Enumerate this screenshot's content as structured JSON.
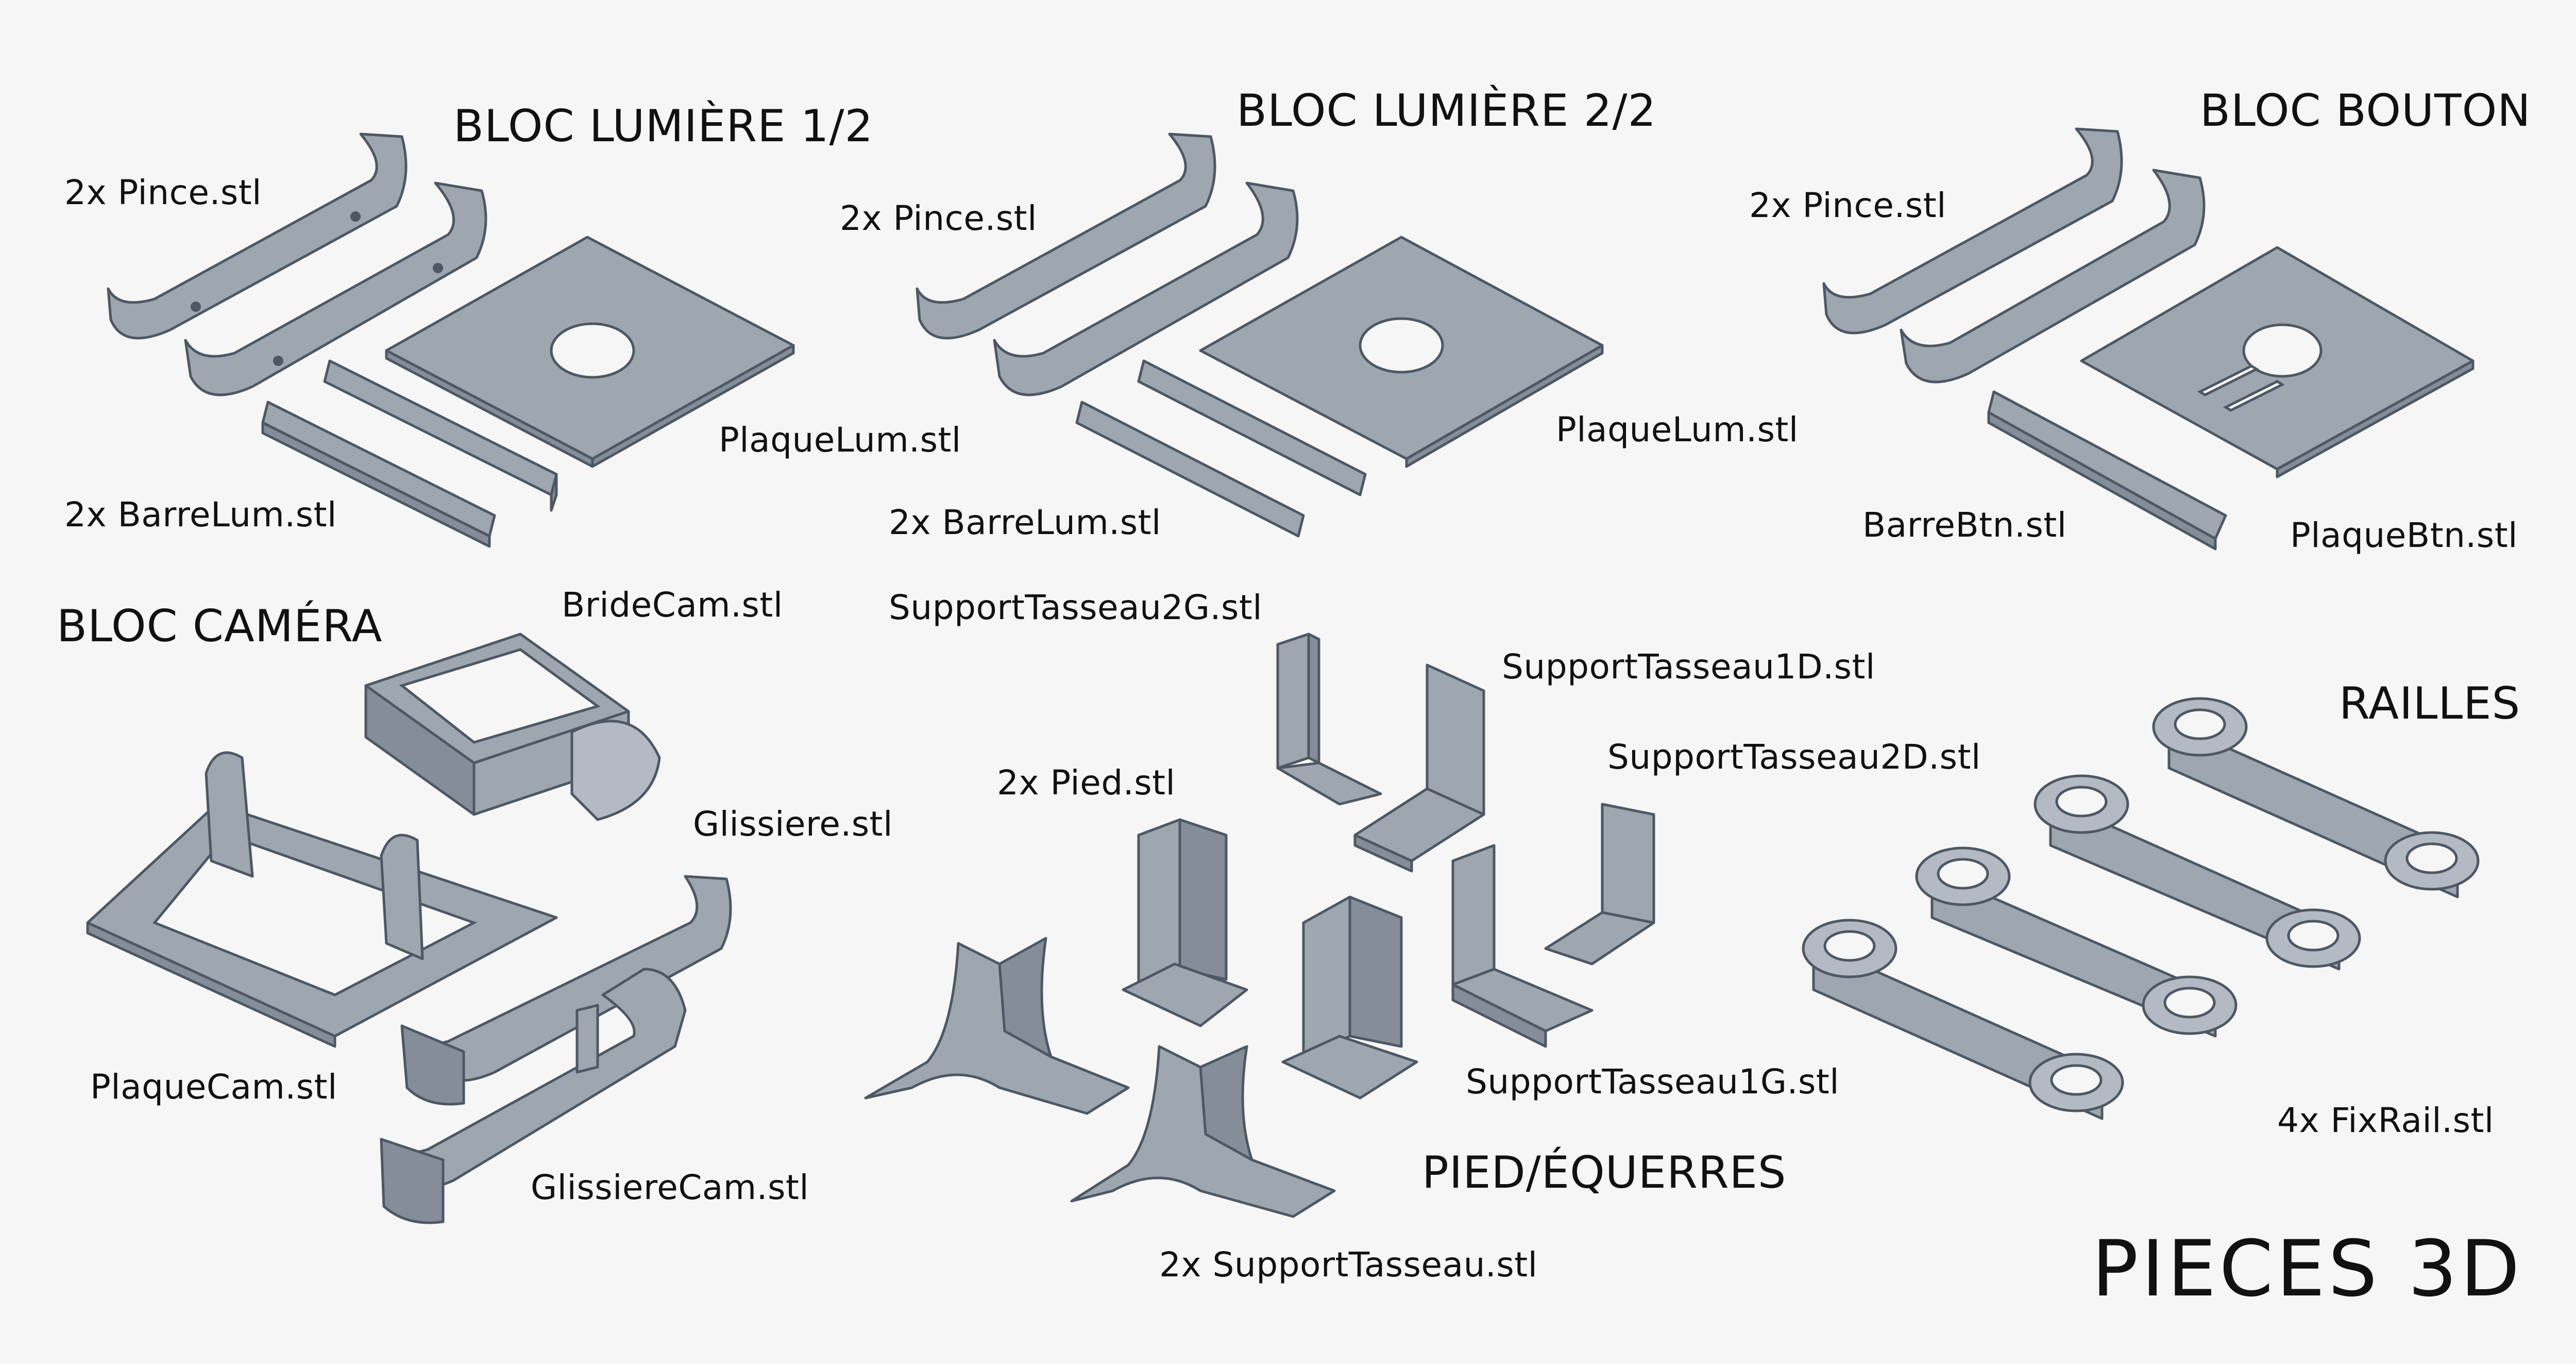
{
  "title": "PIECES 3D",
  "sections": {
    "bloc_lumiere_1": "BLOC LUMIÈRE 1/2",
    "bloc_lumiere_2": "BLOC LUMIÈRE 2/2",
    "bloc_bouton": "BLOC BOUTON",
    "bloc_camera": "BLOC CAMÉRA",
    "railles": "RAILLES",
    "pied_equerres": "PIED/ÉQUERRES"
  },
  "labels": {
    "l1_pince": "2x Pince.stl",
    "l1_barre": "2x BarreLum.stl",
    "l1_plaque": "PlaqueLum.stl",
    "l2_pince": "2x Pince.stl",
    "l2_barre": "2x BarreLum.stl",
    "l2_plaque": "PlaqueLum.stl",
    "b_pince": "2x Pince.stl",
    "b_barre": "BarreBtn.stl",
    "b_plaque": "PlaqueBtn.stl",
    "cam_bride": "BrideCam.stl",
    "cam_glissiere": "Glissiere.stl",
    "cam_plaque": "PlaqueCam.stl",
    "cam_glissierecam": "GlissiereCam.stl",
    "sup_2g": "SupportTasseau2G.stl",
    "sup_1d": "SupportTasseau1D.stl",
    "sup_2d": "SupportTasseau2D.stl",
    "sup_1g": "SupportTasseau1G.stl",
    "pied": "2x Pied.stl",
    "support_tasseau": "2x SupportTasseau.stl",
    "fixrail": "4x FixRail.stl"
  },
  "colors": {
    "background": "#f6f6f6",
    "part_fill": "#9ea6b0",
    "part_edge": "#4e5864"
  }
}
